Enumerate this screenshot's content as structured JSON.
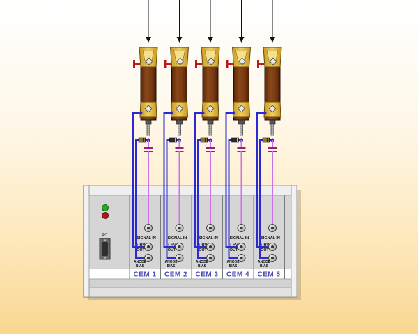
{
  "modules": [
    {
      "label": "CEM 1"
    },
    {
      "label": "CEM 2"
    },
    {
      "label": "CEM 3"
    },
    {
      "label": "CEM 4"
    },
    {
      "label": "CEM 5"
    }
  ],
  "connectors": {
    "signal_in": "SIGNAL IN",
    "hv_line1": "+ HV",
    "hv_line2": "OUT",
    "anode_line1": "ANODE",
    "anode_line2": "BIAS"
  },
  "pc_label": "PC",
  "colors": {
    "background_top": "#ffffff",
    "background_bottom": "#f9d790",
    "detector_body": "#7a3a12",
    "detector_plate": "#e8c04a",
    "hv_wire": "#2a2ad0",
    "signal_wire": "#d070e8",
    "led_green": "#22b022",
    "led_red": "#b81414",
    "chassis": "#d8d8d8"
  }
}
